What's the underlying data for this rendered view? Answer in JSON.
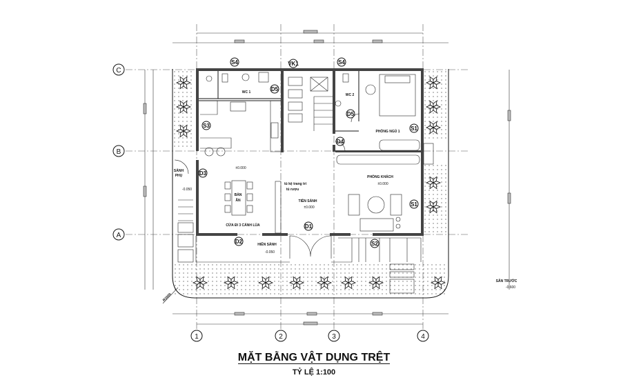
{
  "title": "MẶT BẰNG VẬT DỤNG TRỆT",
  "scale": "TỶ LỆ 1:100",
  "axes": {
    "vertical": [
      "1",
      "2",
      "3",
      "4"
    ],
    "horizontal": [
      "C",
      "B",
      "A"
    ]
  },
  "tags": {
    "s4a": "S4",
    "vk1": "VK1",
    "s4b": "S4",
    "d5a": "D5",
    "d5b": "D5",
    "s3": "S3",
    "s1a": "S1",
    "s1b": "S1",
    "d4": "D4",
    "d3": "D3",
    "d1": "D1",
    "d2": "D2",
    "s2": "S2"
  },
  "rooms": {
    "wc1": "WC 1",
    "wc2": "WC 2",
    "bedroom": "PHÒNG NGỦ 1",
    "side_hall": [
      "SẢNH",
      "PHỤ"
    ],
    "dining": [
      "BÀN",
      "ĂN"
    ],
    "cabinet": [
      "tủ kệ trang trí",
      "tủ rượu"
    ],
    "lobby": "TIỀN SẢNH",
    "living": "PHÒNG KHÁCH",
    "sliding_door": "CỬA ĐI 3 CÁNH LÙA",
    "porch": "HIÊN SẢNH",
    "front_yard": "SÂN TRƯỚC",
    "radius": "R1000"
  },
  "levels": {
    "dining": "±0.000",
    "lobby": "±0.000",
    "living": "±0.000",
    "side": "-0.050",
    "porch": "-0.050",
    "yard": "-0.600"
  },
  "colors": {
    "line": "#111111",
    "wall": "#444444"
  }
}
